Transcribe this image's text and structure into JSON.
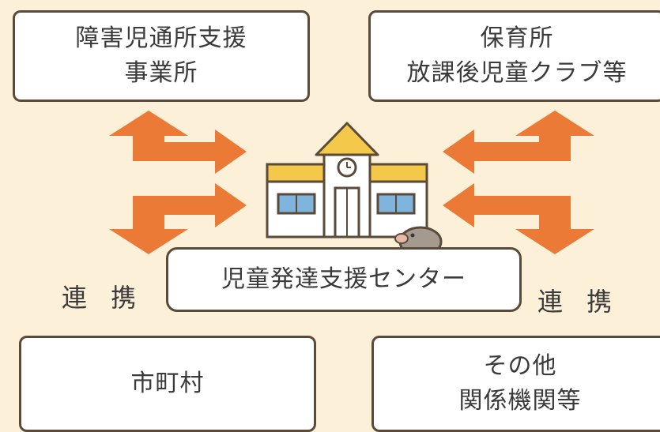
{
  "colors": {
    "background": "#fdf0d8",
    "arrow": "#ec7a37",
    "box_border": "#5a4a3a",
    "building_wall": "#ffffff",
    "building_accent": "#f4c84a",
    "window": "#7fb4dc"
  },
  "boxes": {
    "top_left": {
      "line1": "障害児通所支援",
      "line2": "事業所"
    },
    "top_right": {
      "line1": "保育所",
      "line2": "放課後児童クラブ等"
    },
    "bottom_left": {
      "line1": "市町村"
    },
    "bottom_right": {
      "line1": "その他",
      "line2": "関係機関等"
    },
    "center": {
      "label": "児童発達支援センター"
    }
  },
  "renkei": {
    "left": "連 携",
    "right": "連 携"
  },
  "icons": {
    "building": "school-building-icon",
    "mascot": "mole-mascot-icon"
  }
}
